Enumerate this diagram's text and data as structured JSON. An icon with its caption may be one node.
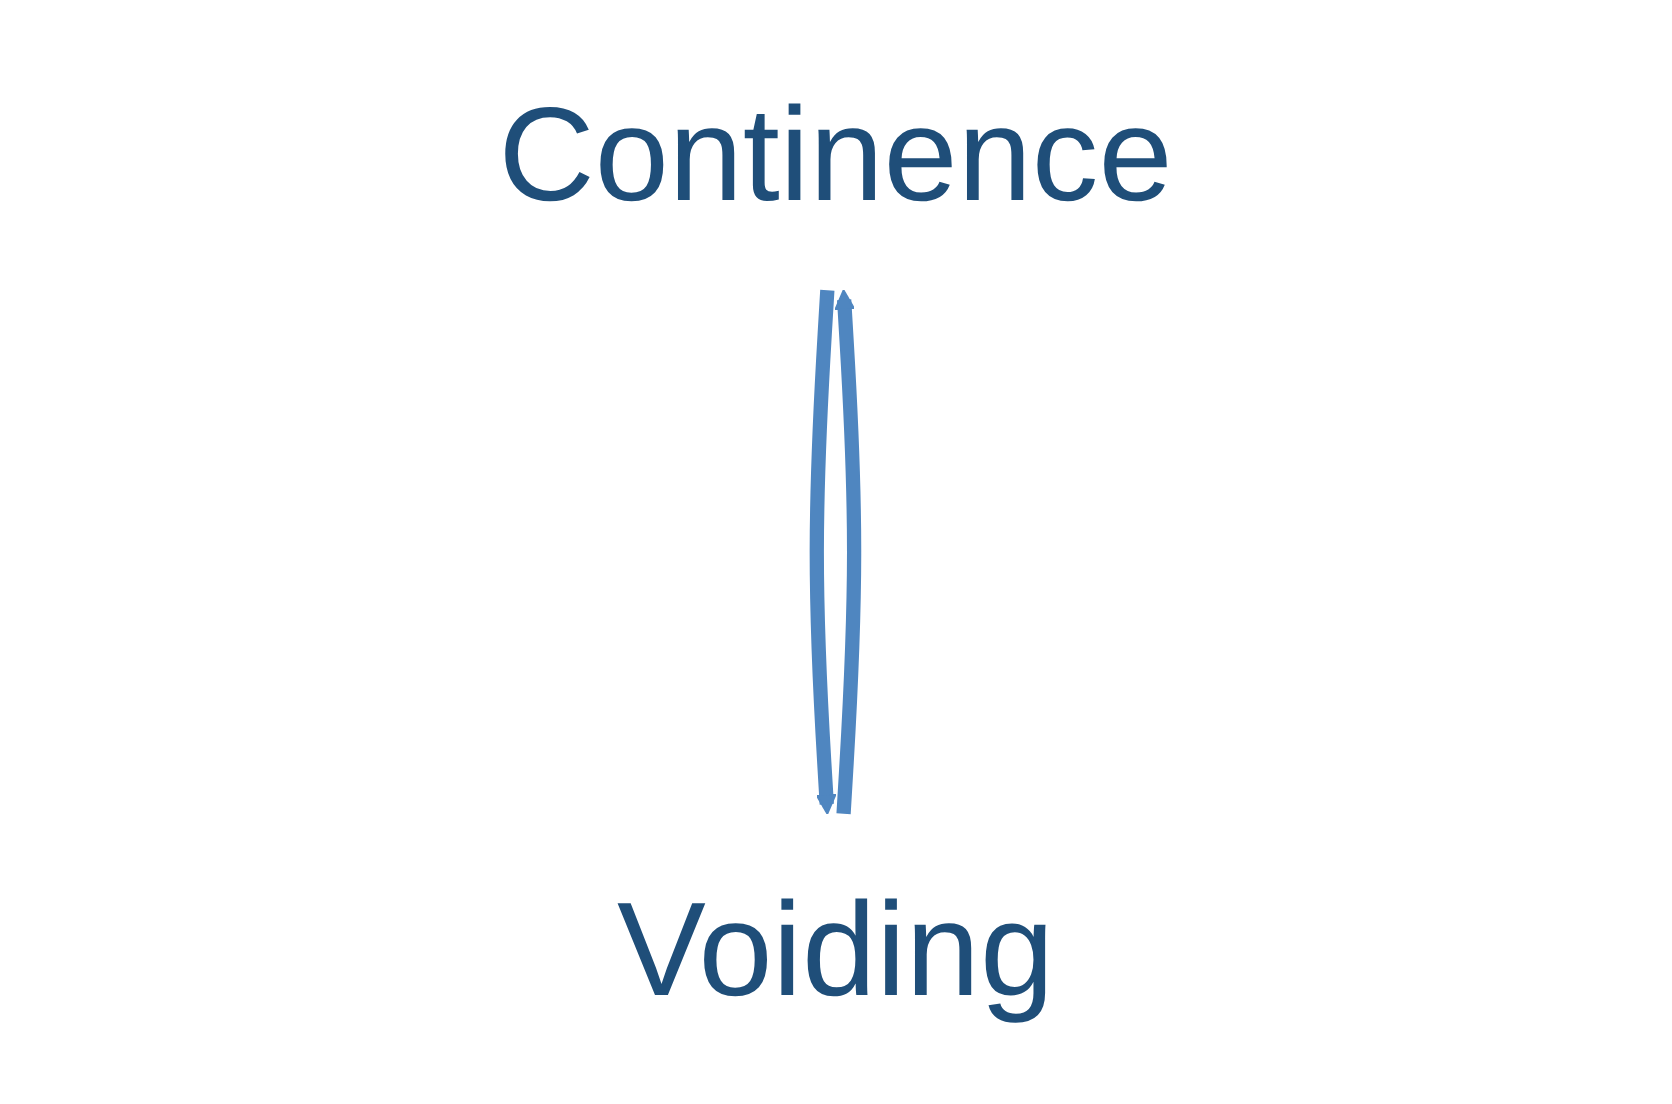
{
  "diagram": {
    "nodes": [
      {
        "text": [
          "Continence"
        ]
      },
      {
        "text": [
          "Voiding"
        ]
      }
    ],
    "edges": [
      {
        "from": 0,
        "to": 1,
        "arrow": "to"
      },
      {
        "from": 1,
        "to": 0,
        "arrow": "to"
      }
    ]
  }
}
